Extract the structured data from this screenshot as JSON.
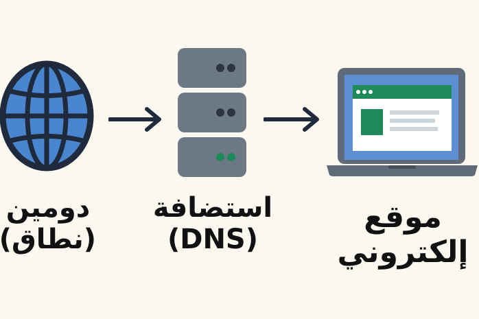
{
  "nodes": [
    {
      "id": "domain",
      "icon": "globe-icon",
      "label_line1": "دومين",
      "label_line2": "(نطاق)"
    },
    {
      "id": "hosting",
      "icon": "server-icon",
      "label_line1": "استضافة",
      "label_line2": "(DNS)"
    },
    {
      "id": "website",
      "icon": "laptop-icon",
      "label_line1": "موقع",
      "label_line2": "إلكتروني"
    }
  ],
  "colors": {
    "background": "#fbf8f0",
    "globe": "#4a86d0",
    "outline": "#1f2a3c",
    "server": "#6c7884",
    "server_led_gray": "#2b3440",
    "server_led_green": "#1e8a5a",
    "laptop_frame": "#5f6b78",
    "laptop_screen": "#5b8fd1",
    "window_bar": "#1e8a5a",
    "window_body": "#ffffff",
    "arrow": "#1f2a3c"
  }
}
